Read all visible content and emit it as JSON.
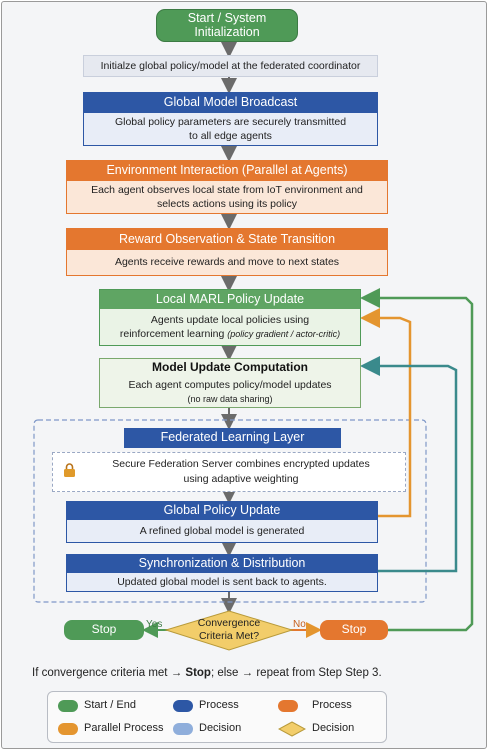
{
  "start": "Start / System\nInitialization",
  "init": "Initialze global policy/model at the federated coordinator",
  "broadcast": {
    "title": "Global Model Broadcast",
    "body": "Global policy parameters are securely transmitted\nto all edge agents"
  },
  "env": {
    "title": "Environment Interaction (Parallel at Agents)",
    "body": "Each agent observes local state from IoT environment and\nselects actions using its policy"
  },
  "reward": {
    "title": "Reward Observation & State Transition",
    "body": "Agents receive rewards and move to next states"
  },
  "local": {
    "title": "Local MARL Policy Update",
    "body1": "Agents update local policies using",
    "body2": "reinforcement learning",
    "note": "(policy gradient / actor-critic)"
  },
  "compute": {
    "title": "Model Update Computation",
    "body": "Each agent computes policy/model updates",
    "note": "(no raw data sharing)"
  },
  "fed": {
    "title": "Federated Learning Layer",
    "body": "Secure Federation Server combines encrypted updates\nusing  adaptive weighting"
  },
  "gpu": {
    "title": "Global Policy Update",
    "body": "A refined global model is generated"
  },
  "sync": {
    "title": "Synchronization & Distribution",
    "body": "Updated global model is sent back to agents."
  },
  "decision": {
    "text": "Convergence\nCriteria Met?",
    "yes": "Yes",
    "no": "No",
    "stop_left": "Stop",
    "stop_right": "Stop"
  },
  "footer": {
    "a": "If convergence criteria met → ",
    "b": "Stop",
    "c": "; else → repeat from Step  Step 3."
  },
  "legend": {
    "start_end": "Start / End",
    "process_blue": "Process",
    "process_orange": "Process",
    "parallel": "Parallel Process",
    "decision_blue": "Decision",
    "decision_yellow": "Decision"
  },
  "colors": {
    "green": "#4f9a57",
    "blue": "#2d57a5",
    "orange": "#e4772f",
    "teal": "#3a8a8c",
    "gold": "#f2cd6a"
  }
}
